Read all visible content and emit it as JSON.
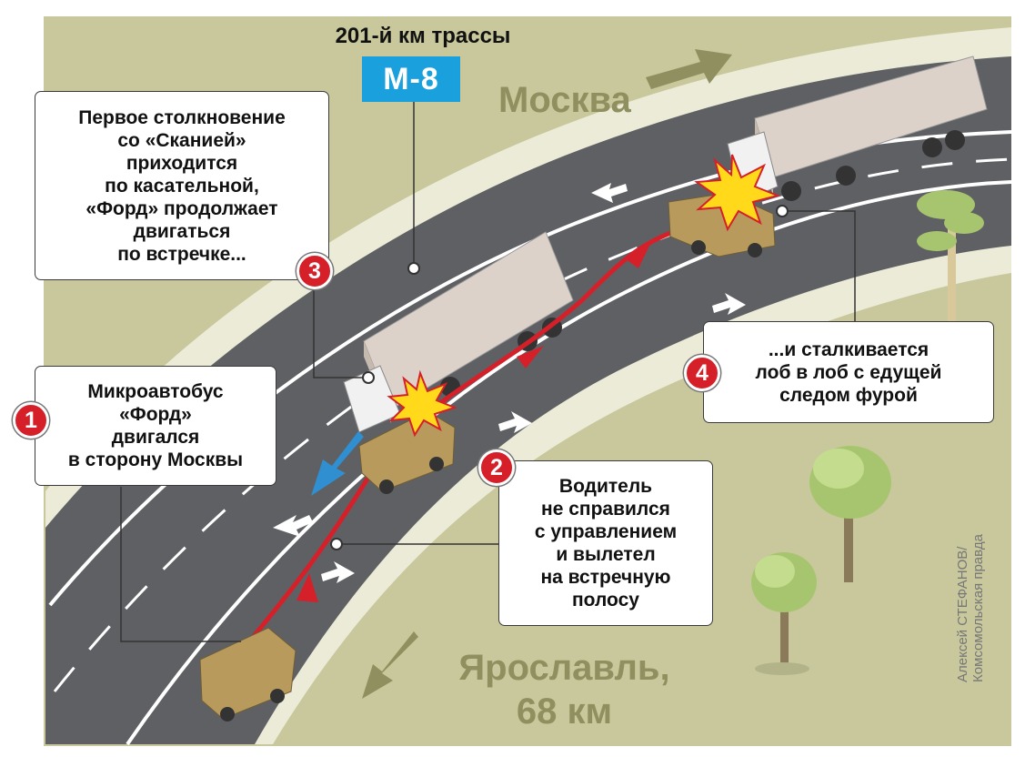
{
  "header": {
    "highway_km": "201-й км трассы",
    "highway_sign": "М-8"
  },
  "directions": {
    "moscow": "Москва",
    "yaroslavl": "Ярославль,\n68 км"
  },
  "callouts": [
    {
      "number": "1",
      "text": "Микроавтобус\n«Форд»\nдвигался\nв сторону Москвы"
    },
    {
      "number": "2",
      "text": "Водитель\nне справился\nс управлением\nи вылетел\nна встречную\nполосу"
    },
    {
      "number": "3",
      "text": "Первое столкновение\nсо «Сканией»\nприходится\nпо касательной,\n«Форд» продолжает\nдвигаться\nпо встречке..."
    },
    {
      "number": "4",
      "text": "...и сталкивается\nлоб в лоб с едущей\nследом фурой"
    }
  ],
  "credit": "Алексей СТЕФАНОВ/\nКомсомольская правда",
  "colors": {
    "road": "#5f6064",
    "shoulder": "#e9e9d6",
    "verge": "#c8c89c",
    "path": "#d5202a",
    "sign": "#1aa0dc",
    "direction_arrow": "#8f8f5f",
    "van": "#b89a5c",
    "truck_cargo": "#ddd2c9"
  }
}
